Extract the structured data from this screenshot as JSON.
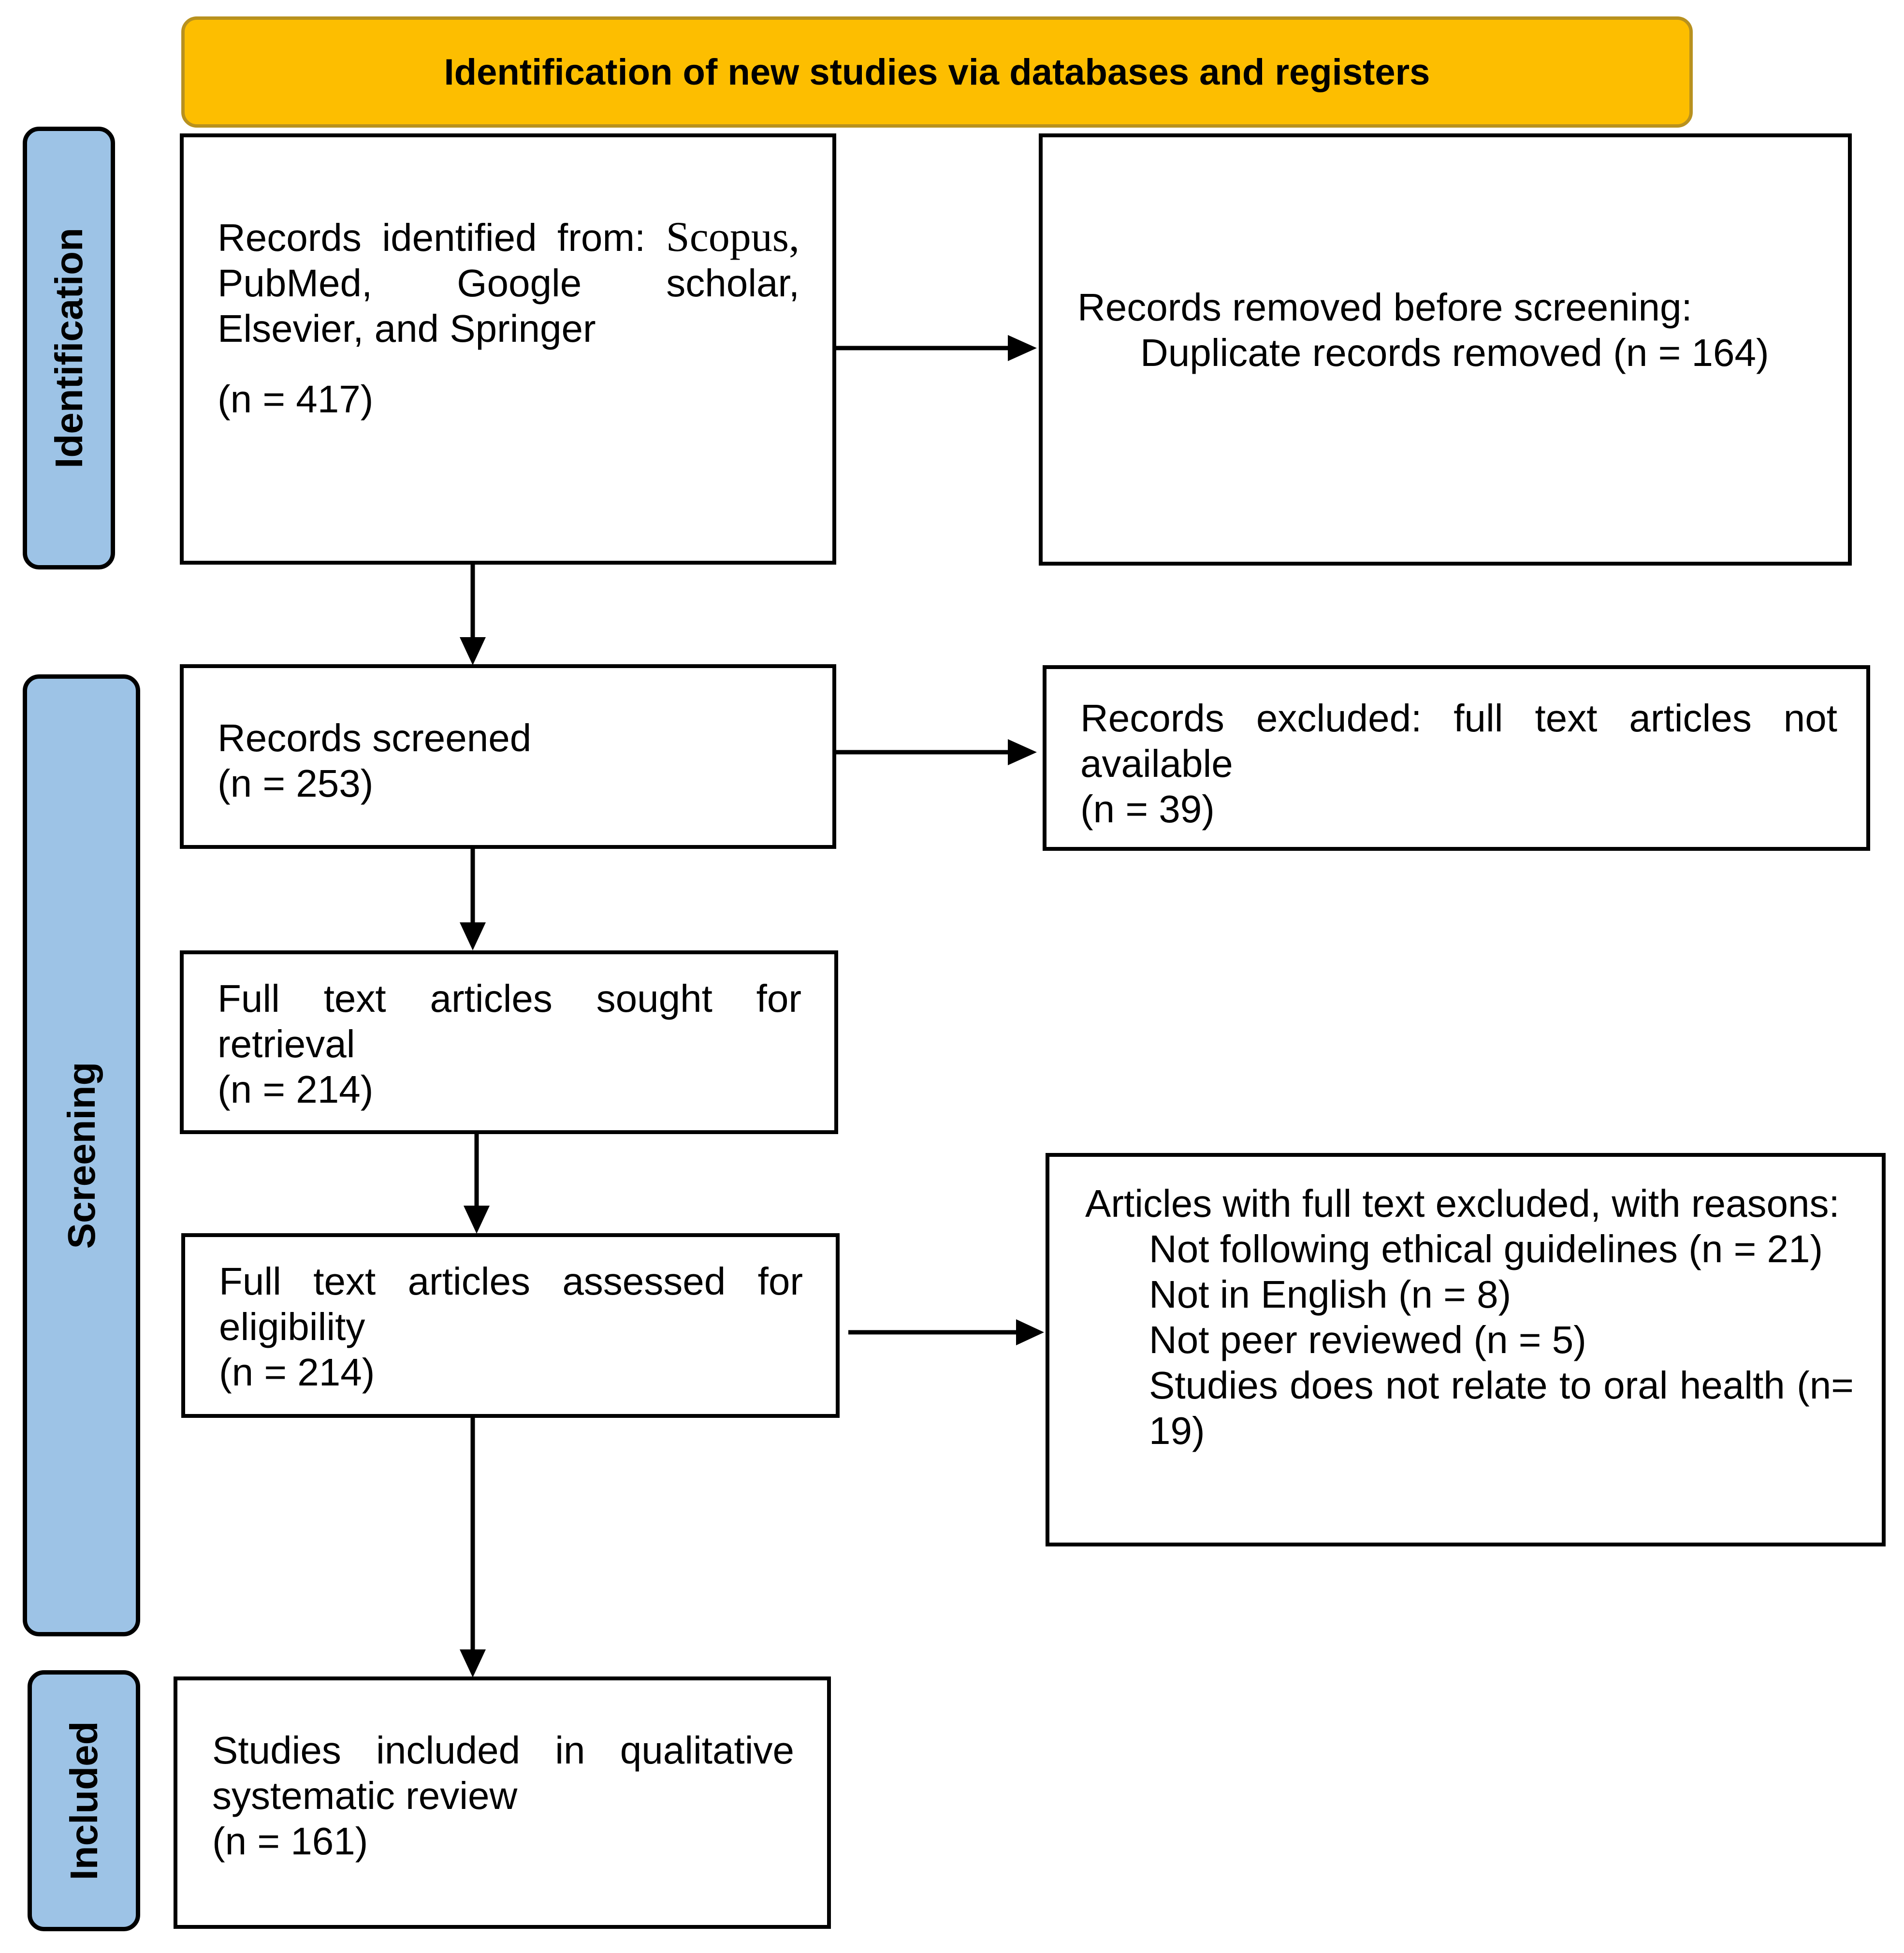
{
  "header": {
    "title": "Identification of new studies via databases and registers"
  },
  "phases": {
    "identification": "Identification",
    "screening": "Screening",
    "included": "Included"
  },
  "records_identified": {
    "label_prefix": "Records identified from: ",
    "label_first_source": "Scopus,",
    "label_rest": "PubMed, Google scholar, Elsevier, and Springer",
    "count": "(n = 417)"
  },
  "records_removed": {
    "heading": "Records removed before screening:",
    "detail": "Duplicate records removed (n = 164)"
  },
  "records_screened": {
    "label": "Records screened",
    "count": "(n = 253)"
  },
  "records_excluded": {
    "label": "Records excluded: full text articles not available",
    "count": "(n = 39)"
  },
  "sought_for_retrieval": {
    "label": "Full text articles sought for retrieval",
    "count": "(n = 214)"
  },
  "assessed_for_eligibility": {
    "label": "Full text articles assessed for eligibility",
    "count": "(n = 214)"
  },
  "full_text_excluded": {
    "heading": "Articles with full text excluded, with reasons:",
    "reasons": [
      "Not following ethical guidelines (n = 21)",
      "Not in English (n = 8)",
      "Not peer reviewed (n = 5)",
      "Studies does not relate to oral health (n= 19)"
    ]
  },
  "studies_included": {
    "label": "Studies included in qualitative systematic review",
    "count": "(n = 161)"
  }
}
